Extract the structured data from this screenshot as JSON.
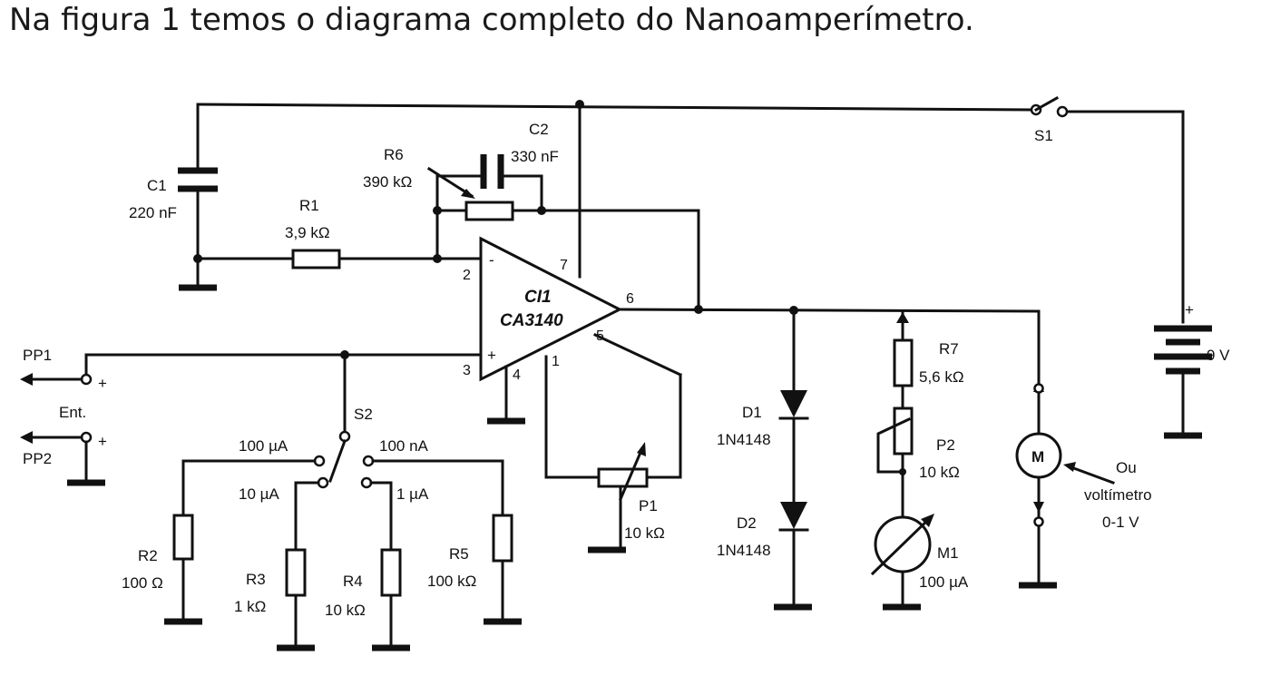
{
  "caption": "Na figura 1 temos o diagrama completo do Nanoamperímetro.",
  "components": {
    "c1": {
      "name": "C1",
      "value": "220 nF"
    },
    "c2": {
      "name": "C2",
      "value": "330 nF"
    },
    "r1": {
      "name": "R1",
      "value": "3,9 kΩ"
    },
    "r6": {
      "name": "R6",
      "value": "390 kΩ"
    },
    "r2": {
      "name": "R2",
      "value": "100 Ω"
    },
    "r3": {
      "name": "R3",
      "value": "1 kΩ"
    },
    "r4": {
      "name": "R4",
      "value": "10 kΩ"
    },
    "r5": {
      "name": "R5",
      "value": "100 kΩ"
    },
    "r7": {
      "name": "R7",
      "value": "5,6 kΩ"
    },
    "p1": {
      "name": "P1",
      "value": "10 kΩ"
    },
    "p2": {
      "name": "P2",
      "value": "10 kΩ"
    },
    "d1": {
      "name": "D1",
      "value": "1N4148"
    },
    "d2": {
      "name": "D2",
      "value": "1N4148"
    },
    "m1": {
      "name": "M1",
      "value": "100 µA"
    },
    "s1": {
      "name": "S1"
    },
    "s2": {
      "name": "S2"
    },
    "ic": {
      "name": "CI1",
      "part": "CA3140"
    },
    "battery": {
      "value": "9 V"
    },
    "meter": {
      "symbol": "M",
      "alt_line1": "Ou",
      "alt_line2": "voltímetro",
      "alt_line3": "0-1 V"
    }
  },
  "ranges": {
    "r100ua": "100 µA",
    "r10ua": "10 µA",
    "r1ua": "1 µA",
    "r100na": "100 nA"
  },
  "inputs": {
    "pp1": "PP1",
    "pp2": "PP2",
    "ent": "Ent."
  },
  "pins": {
    "p2": "2",
    "p3": "3",
    "p4": "4",
    "p7": "7",
    "p6": "6",
    "p5": "5",
    "p1": "1"
  },
  "signs": {
    "minus": "-",
    "plus": "+"
  }
}
